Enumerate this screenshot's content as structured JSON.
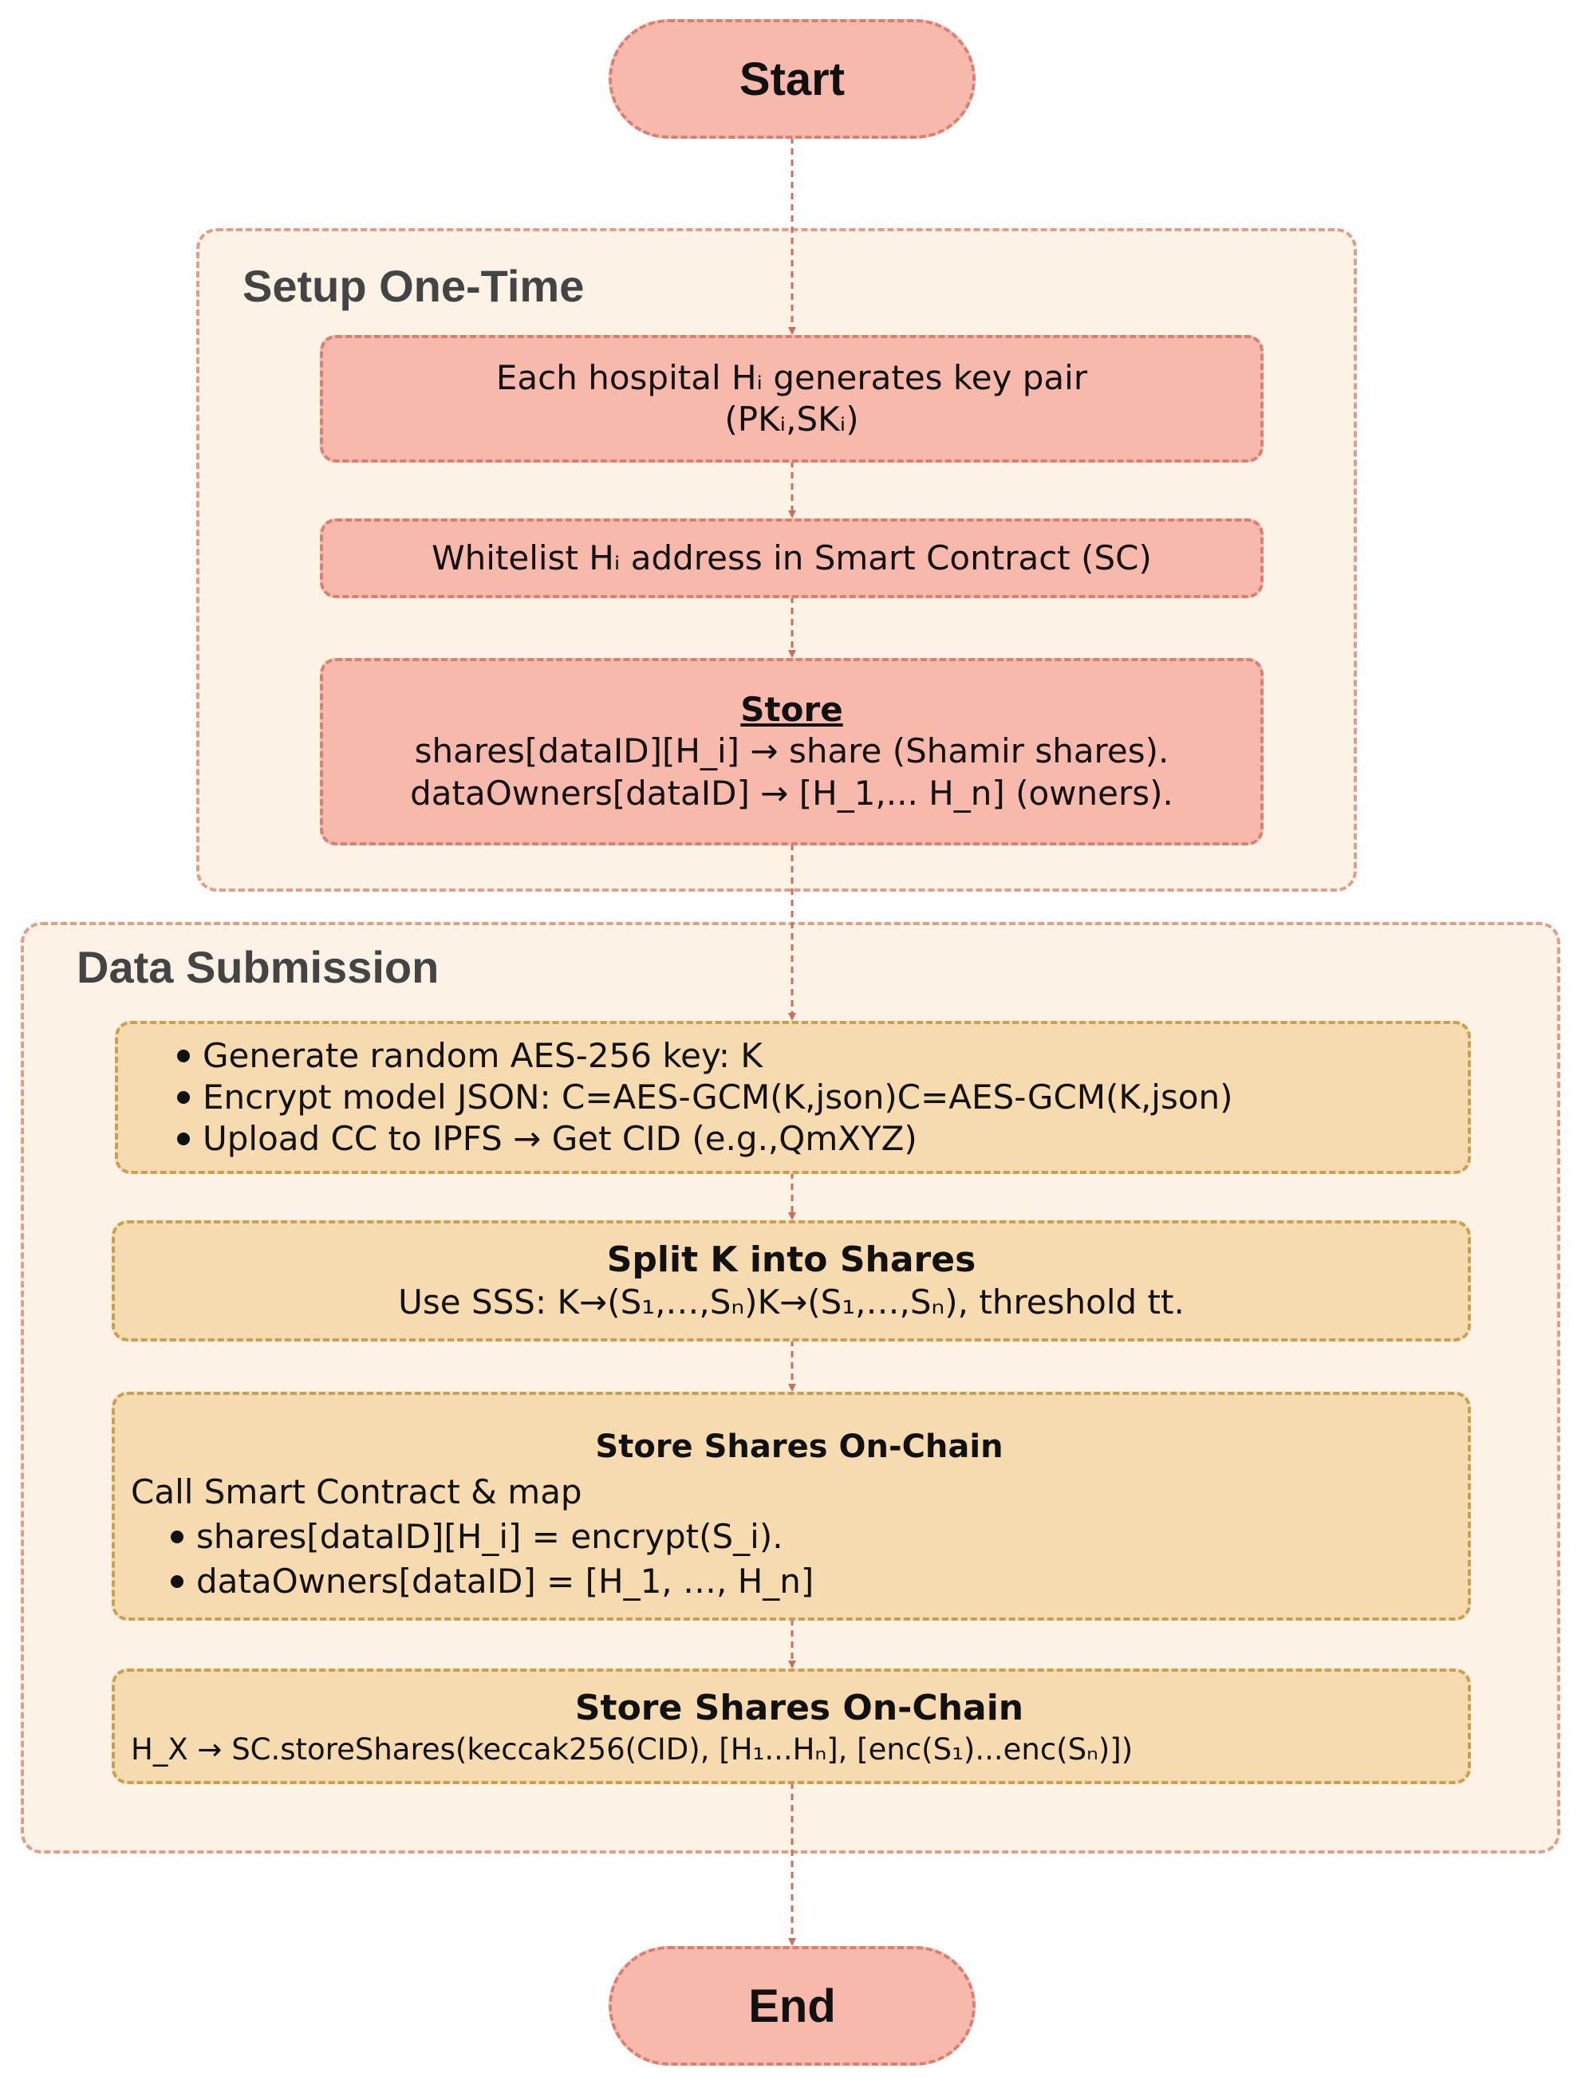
{
  "start": "Start",
  "end": "End",
  "setup": {
    "title": "Setup One-Time",
    "step1": {
      "line1": "Each hospital Hᵢ generates key pair",
      "line2": "(PKᵢ,SKᵢ)"
    },
    "step2": {
      "text": "Whitelist Hᵢ address in Smart Contract (SC)"
    },
    "step3": {
      "heading": "Store",
      "line1": "shares[dataID][H_i] → share (Shamir shares).",
      "line2": "dataOwners[dataID] → [H_1,... H_n] (owners)."
    }
  },
  "submission": {
    "title": "Data Submission",
    "step1": {
      "bullets": [
        "Generate random AES-256 key: K",
        "Encrypt model JSON: C=AES-GCM(K,json)C=AES-GCM(K,json)",
        "Upload CC to IPFS → Get CID (e.g.,QmXYZ)"
      ]
    },
    "step2": {
      "heading": "Split K into Shares",
      "line": "Use SSS: K→(S₁,…,Sₙ)K→(S₁,…,Sₙ), threshold tt."
    },
    "step3": {
      "heading": "Store Shares On-Chain",
      "intro": "Call Smart Contract & map",
      "bullets": [
        "shares[dataID][H_i] = encrypt(S_i).",
        "dataOwners[dataID] = [H_1, …, H_n]"
      ]
    },
    "step4": {
      "heading": "Store Shares On-Chain",
      "line": "H_X → SC.storeShares(keccak256(CID), [H₁...Hₙ], [enc(S₁)...enc(Sₙ)])"
    }
  },
  "colors": {
    "pink_fill": "#f8b9ad",
    "pink_border": "#d98070",
    "tan_fill": "#f7dbb0",
    "tan_border": "#c7a050",
    "group_fill": "#fcf2e6",
    "arrow": "#c9705c"
  }
}
